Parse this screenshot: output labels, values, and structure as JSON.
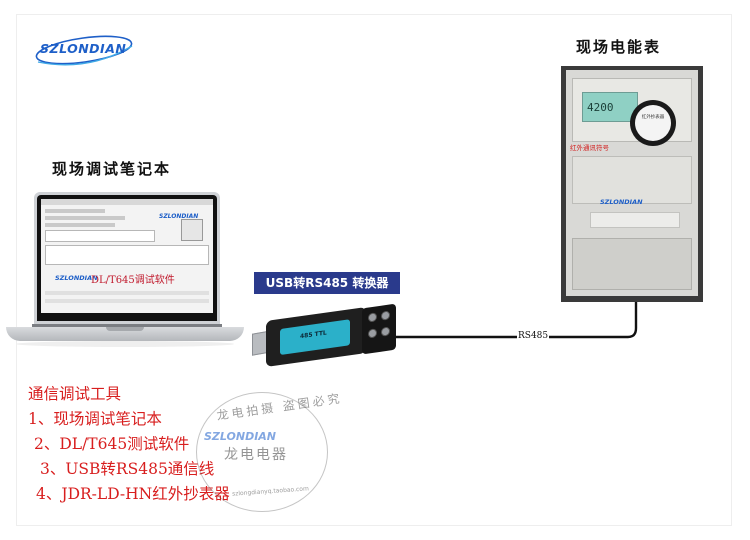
{
  "brand": {
    "logo_text": "SZLONDIAN"
  },
  "titles": {
    "laptop": "现场调试笔记本",
    "meter": "现场电能表"
  },
  "laptop_screen": {
    "caption": "DL/T645调试软件",
    "logo_text": "SZLONDIAN"
  },
  "converter": {
    "title": "USB转RS485 转换器",
    "label": "485 TTL"
  },
  "cable": {
    "label": "RS485"
  },
  "meter": {
    "lcd_value": "4200",
    "probe_text": "红外抄表器",
    "red_note": "红外通讯符号",
    "logo_text": "SZLONDIAN"
  },
  "tools": {
    "title": "通信调试工具",
    "items": [
      "1、现场调试笔记本",
      "2、DL/T645测试软件",
      "3、USB转RS485通信线",
      "4、JDR-LD-HN红外抄表器"
    ]
  },
  "watermark": {
    "arc_text": "龙电拍摄 盗图必究",
    "logo_text": "SZLONDIAN",
    "name": "龙电电器",
    "url": "szlongdianyq.taobao.com"
  },
  "colors": {
    "brand_blue": "#1e5fc8",
    "accent_red": "#d81e1e",
    "converter_banner": "#2a3a8c"
  }
}
